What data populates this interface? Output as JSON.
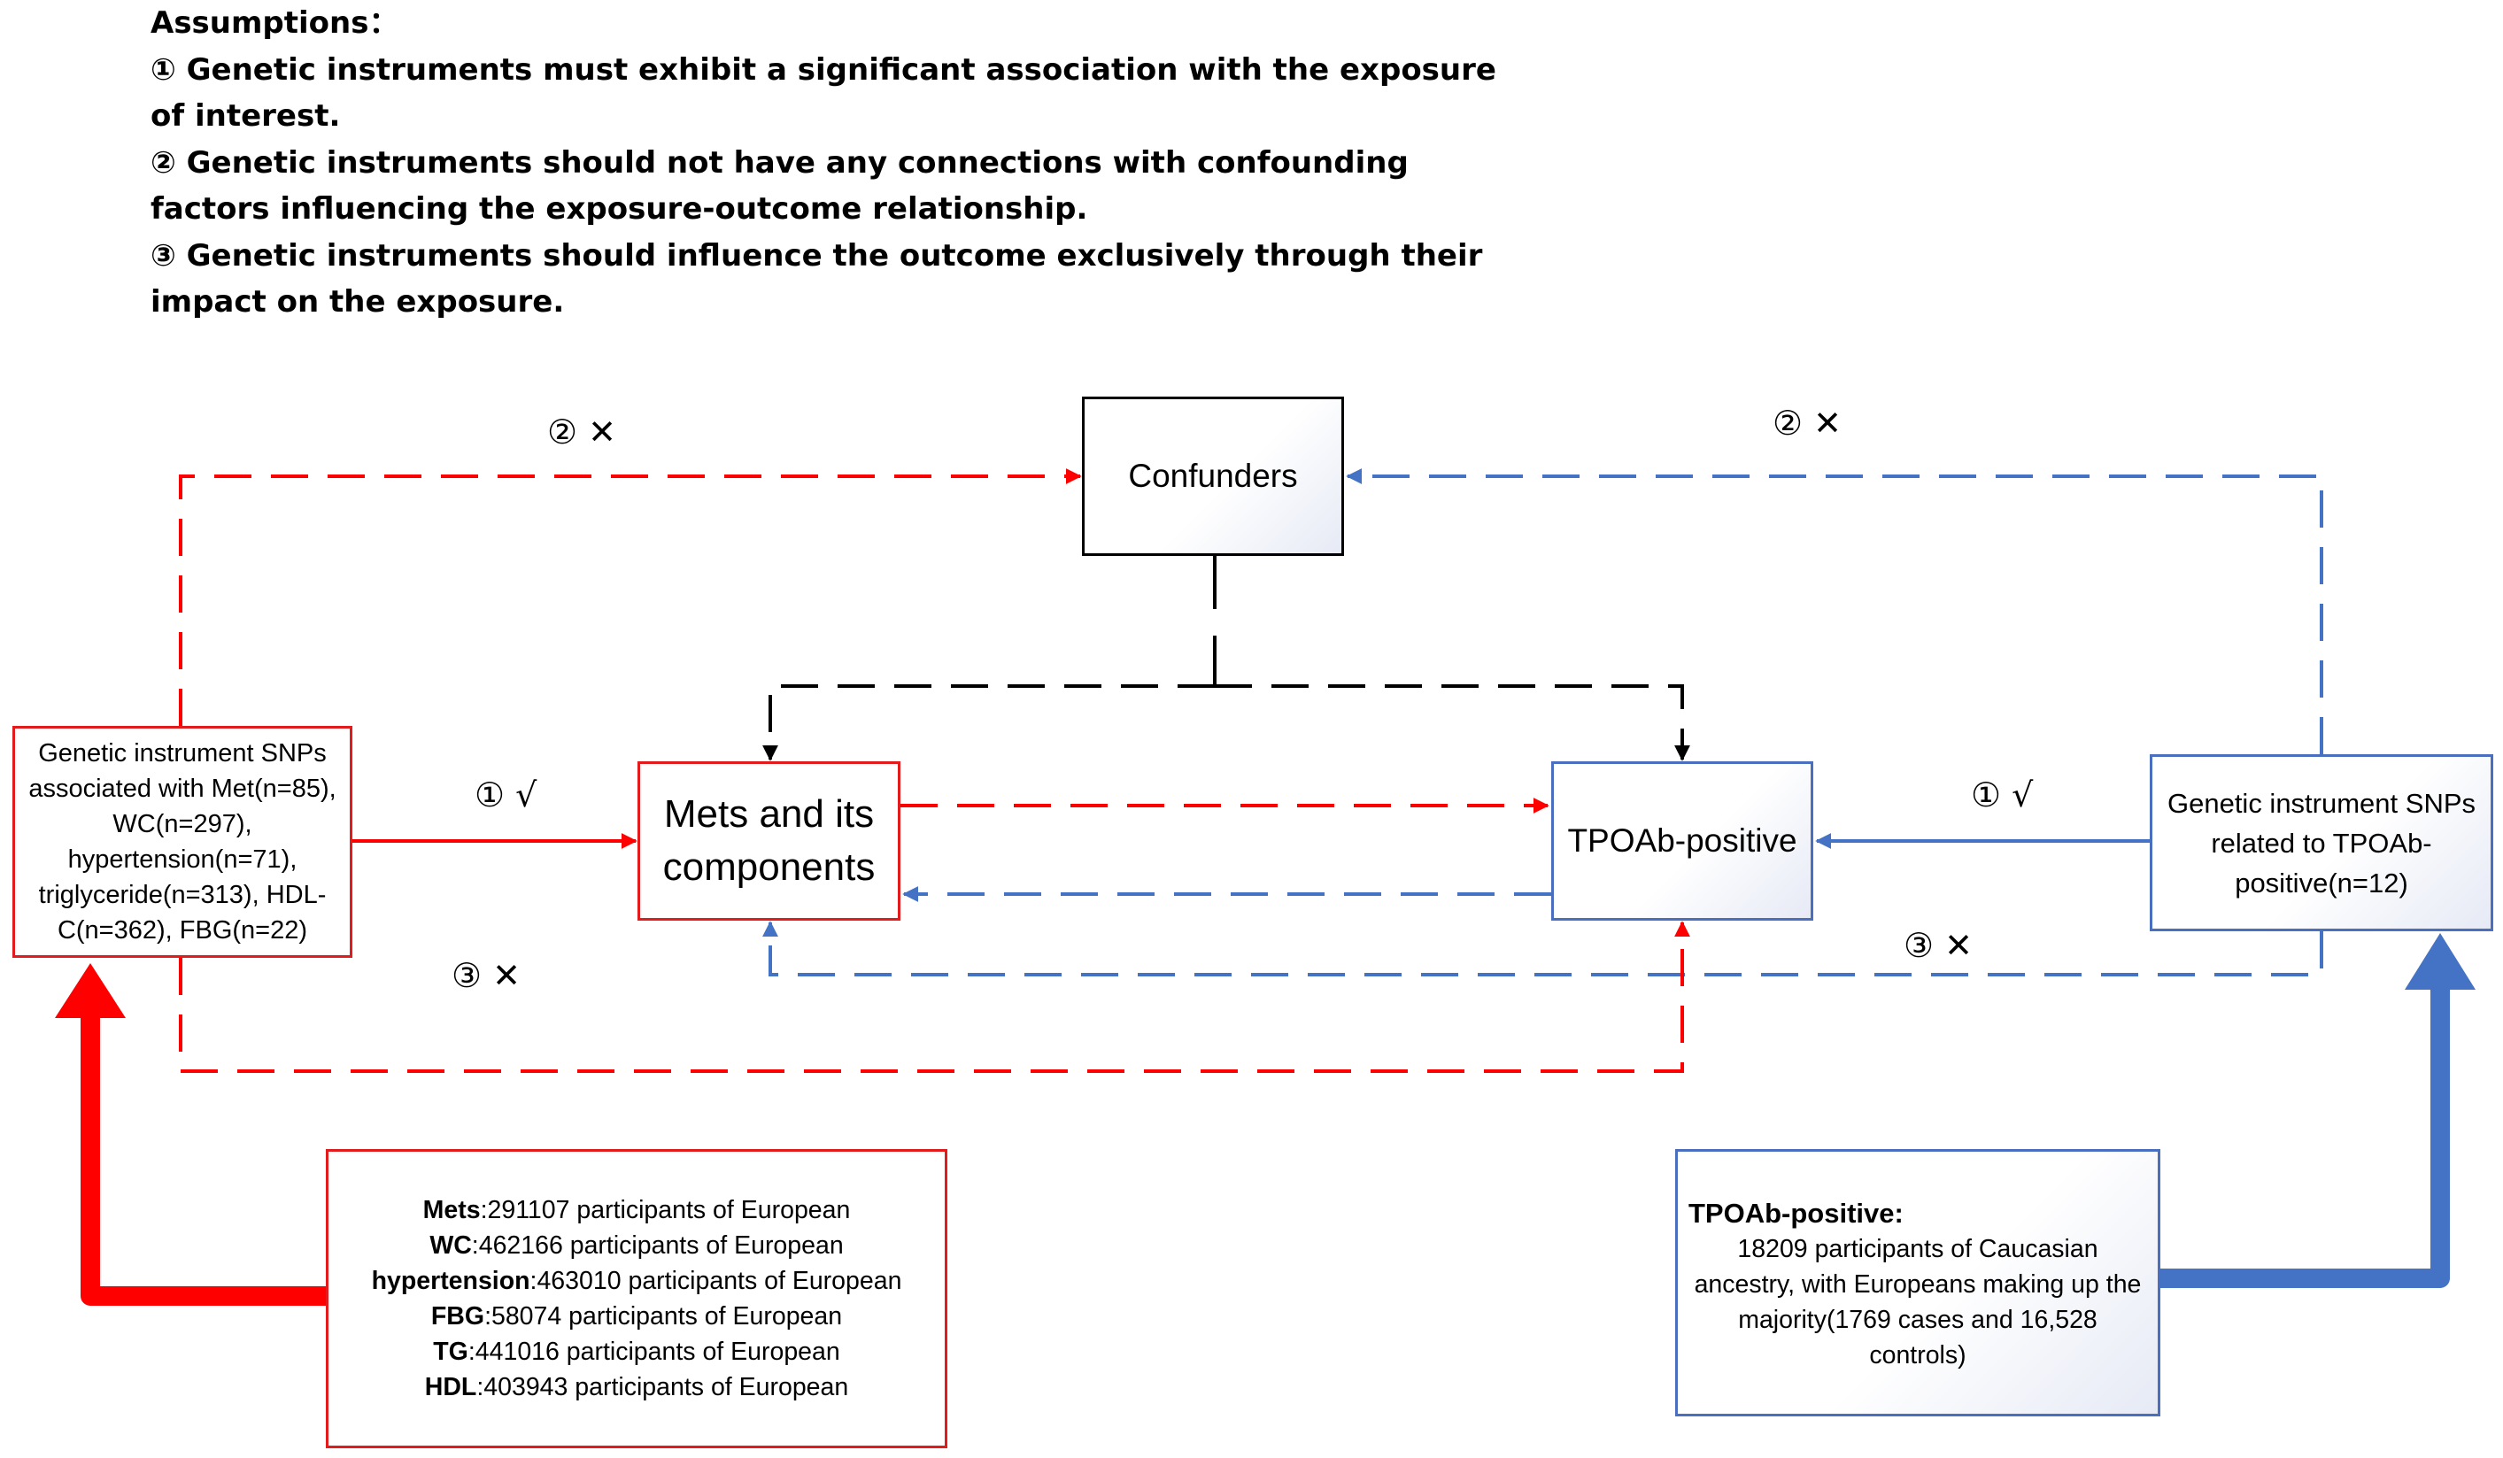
{
  "assumptions": {
    "title": "Assumptions：",
    "line1": "① Genetic instruments must exhibit a significant association with the exposure",
    "line2": "of interest.",
    "line3": "② Genetic instruments should not have any connections with confounding",
    "line4": "factors influencing the exposure-outcome relationship.",
    "line5": "③ Genetic instruments should influence the outcome exclusively through their",
    "line6": "impact on the exposure."
  },
  "nodes": {
    "confounders": "Confunders",
    "mets": "Mets and its components",
    "tpoab": "TPOAb-positive",
    "gi_left": "Genetic instrument SNPs associated with Met(n=85), WC(n=297), hypertension(n=71), triglyceride(n=313), HDL-C(n=362), FBG(n=22)",
    "gi_right": "Genetic instrument SNPs related to TPOAb-positive(n=12)"
  },
  "path_labels": {
    "red_top": "② ✕",
    "blue_top": "② ✕",
    "red_left_arrow": "① √",
    "blue_right_arrow": "① √",
    "red_bottom": "③ ✕",
    "blue_bottom": "③ ✕"
  },
  "sources": {
    "left": [
      {
        "bold": "Mets",
        "rest": ":291107 participants of European"
      },
      {
        "bold": "WC",
        "rest": ":462166  participants of European"
      },
      {
        "bold": "hypertension",
        "rest": ":463010  participants of European"
      },
      {
        "bold": "FBG",
        "rest": ":58074  participants of European"
      },
      {
        "bold": "TG",
        "rest": ":441016  participants of European"
      },
      {
        "bold": "HDL",
        "rest": ":403943  participants of European"
      }
    ],
    "right_title": "TPOAb-positive:",
    "right_body": "18209  participants of Caucasian  ancestry, with Europeans making up the majority(1769 cases and 16,528 controls)"
  },
  "colors": {
    "red": "#ff0000",
    "blue": "#4472c4",
    "black": "#000000"
  }
}
